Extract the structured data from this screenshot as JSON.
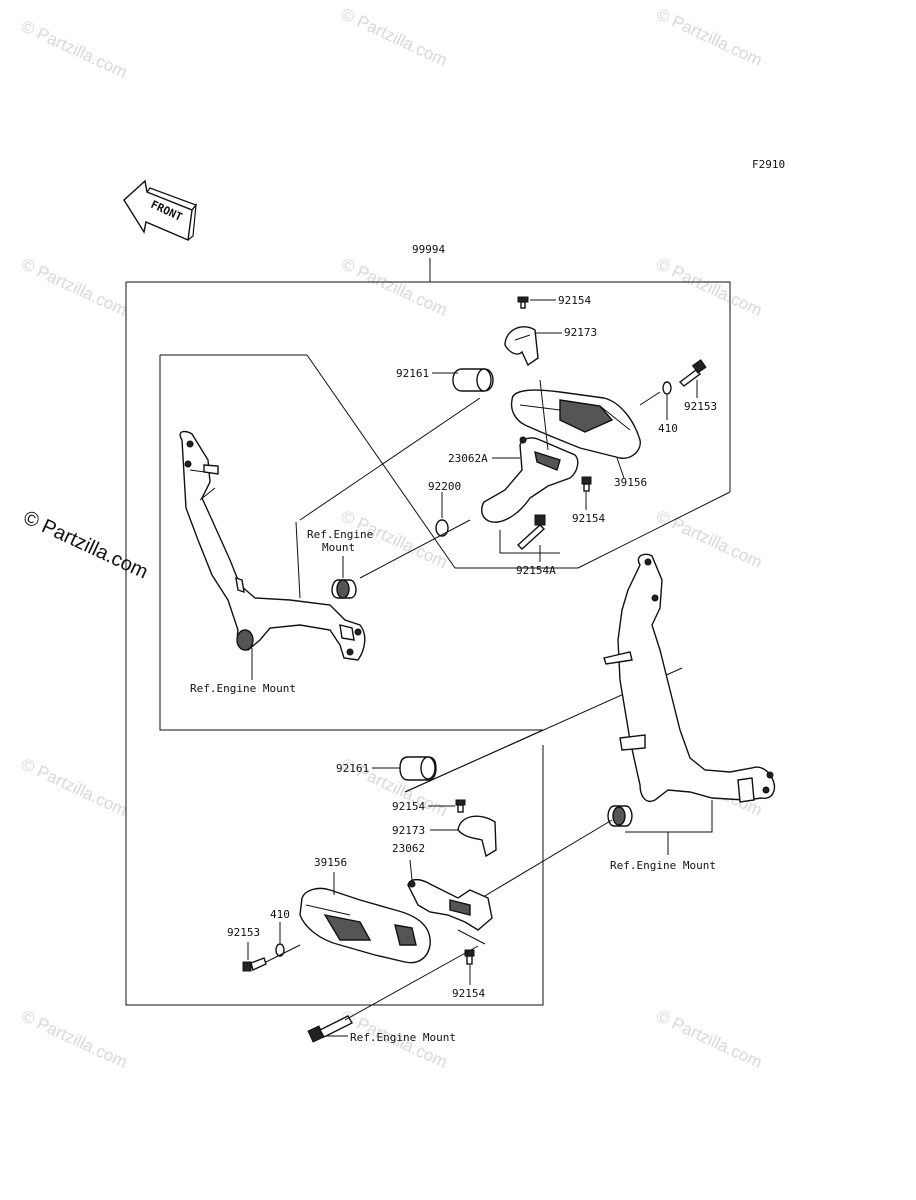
{
  "diagram_code": "F2910",
  "front_label": "FRONT",
  "assembly_number": "99994",
  "watermark_text": "© Partzilla.com",
  "callouts": {
    "top_92154": "92154",
    "top_92173": "92173",
    "top_92161": "92161",
    "top_92153": "92153",
    "top_410": "410",
    "top_23062A": "23062A",
    "top_39156": "39156",
    "top_92200": "92200",
    "top_92154b": "92154",
    "top_92154A": "92154A",
    "top_ref_engine_mount_1": "Ref.Engine",
    "top_ref_engine_mount_2": "Mount",
    "left_ref_engine_mount": "Ref.Engine Mount",
    "bot_92161": "92161",
    "bot_92154": "92154",
    "bot_92173": "92173",
    "bot_23062": "23062",
    "bot_39156": "39156",
    "bot_410": "410",
    "bot_92153": "92153",
    "bot_92154b": "92154",
    "right_ref_engine_mount": "Ref.Engine Mount",
    "bottom_ref_engine_mount": "Ref.Engine Mount"
  }
}
